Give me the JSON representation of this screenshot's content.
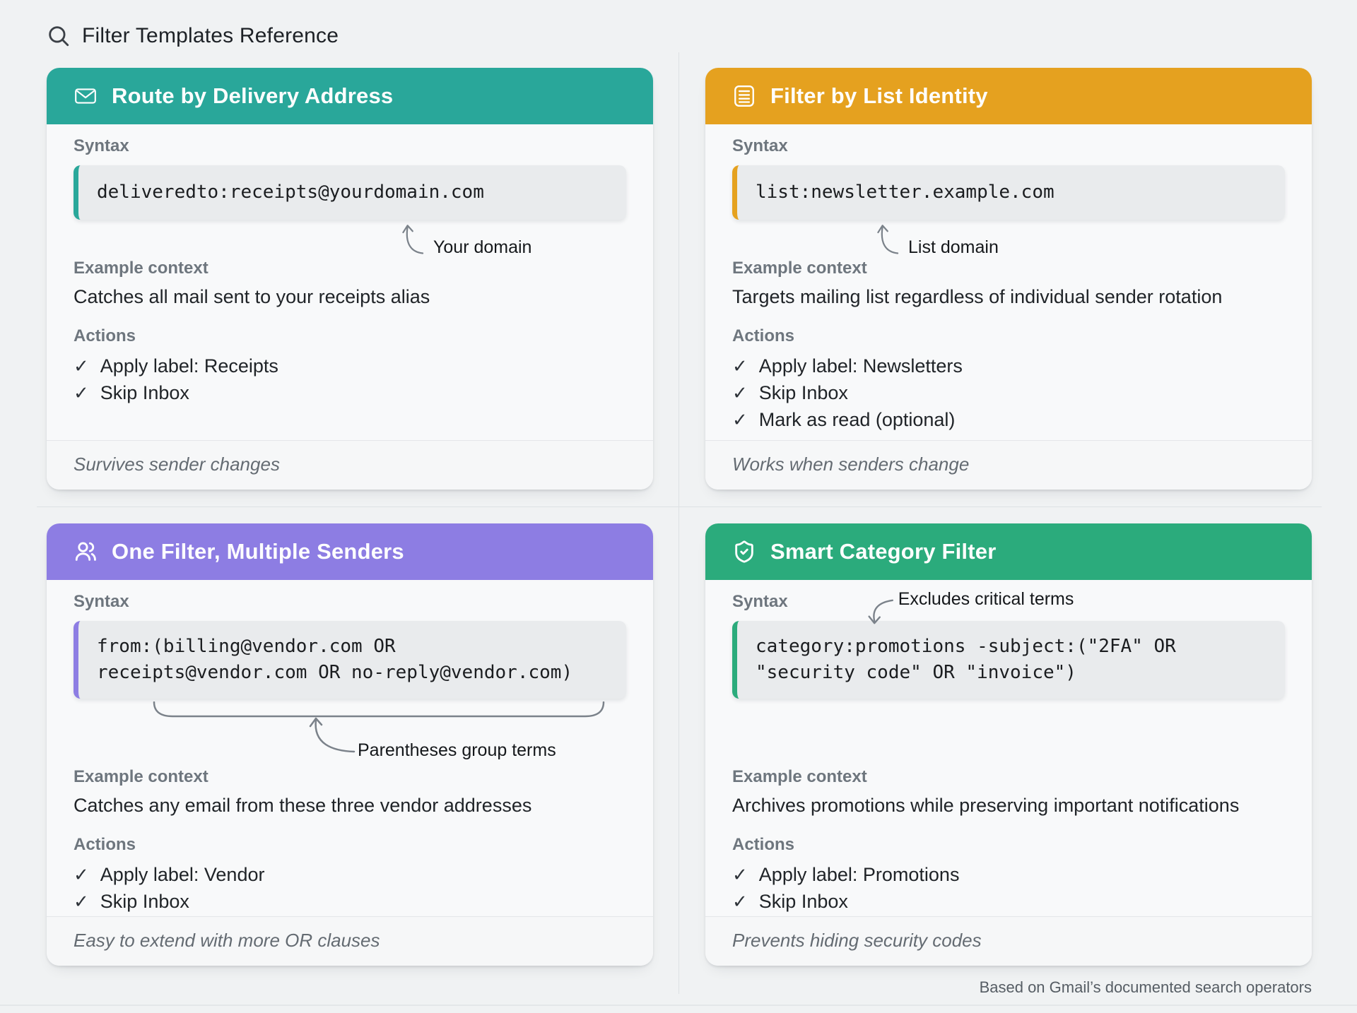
{
  "page": {
    "title": "Filter Templates Reference",
    "footnote": "Based on Gmail’s documented search operators"
  },
  "labels": {
    "syntax": "Syntax",
    "example_context": "Example context",
    "actions": "Actions",
    "check": "✓"
  },
  "accents": {
    "teal": "#29A79A",
    "orange": "#E5A11F",
    "purple": "#8D7DE3",
    "green": "#2BAB7C"
  },
  "cards": [
    {
      "title": "Route by Delivery Address",
      "icon": "envelope-icon",
      "accent": "#29A79A",
      "code_lines": [
        "deliveredto:receipts@yourdomain.com"
      ],
      "annotation": "Your domain",
      "example": "Catches all mail sent to your receipts alias",
      "actions": [
        "Apply label: Receipts",
        "Skip Inbox"
      ],
      "footer": "Survives sender changes"
    },
    {
      "title": "Filter by List Identity",
      "icon": "list-icon",
      "accent": "#E5A11F",
      "code_lines": [
        "list:newsletter.example.com"
      ],
      "annotation": "List domain",
      "example": "Targets mailing list regardless of individual sender rotation",
      "actions": [
        "Apply label: Newsletters",
        "Skip Inbox",
        "Mark as read (optional)"
      ],
      "footer": "Works when senders change"
    },
    {
      "title": "One Filter, Multiple Senders",
      "icon": "users-icon",
      "accent": "#8D7DE3",
      "code_lines": [
        "from:(billing@vendor.com OR",
        "receipts@vendor.com OR no-reply@vendor.com)"
      ],
      "annotation": "Parentheses group terms",
      "example": "Catches any email from these three vendor addresses",
      "actions": [
        "Apply label: Vendor",
        "Skip Inbox"
      ],
      "footer": "Easy to extend with more OR clauses"
    },
    {
      "title": "Smart Category Filter",
      "icon": "shield-check-icon",
      "accent": "#2BAB7C",
      "code_lines": [
        "category:promotions -subject:(\"2FA\" OR",
        "\"security code\" OR \"invoice\")"
      ],
      "annotation": "Excludes critical terms",
      "example": "Archives promotions while preserving important notifications",
      "actions": [
        "Apply label: Promotions",
        "Skip Inbox"
      ],
      "footer": "Prevents hiding security codes"
    }
  ]
}
